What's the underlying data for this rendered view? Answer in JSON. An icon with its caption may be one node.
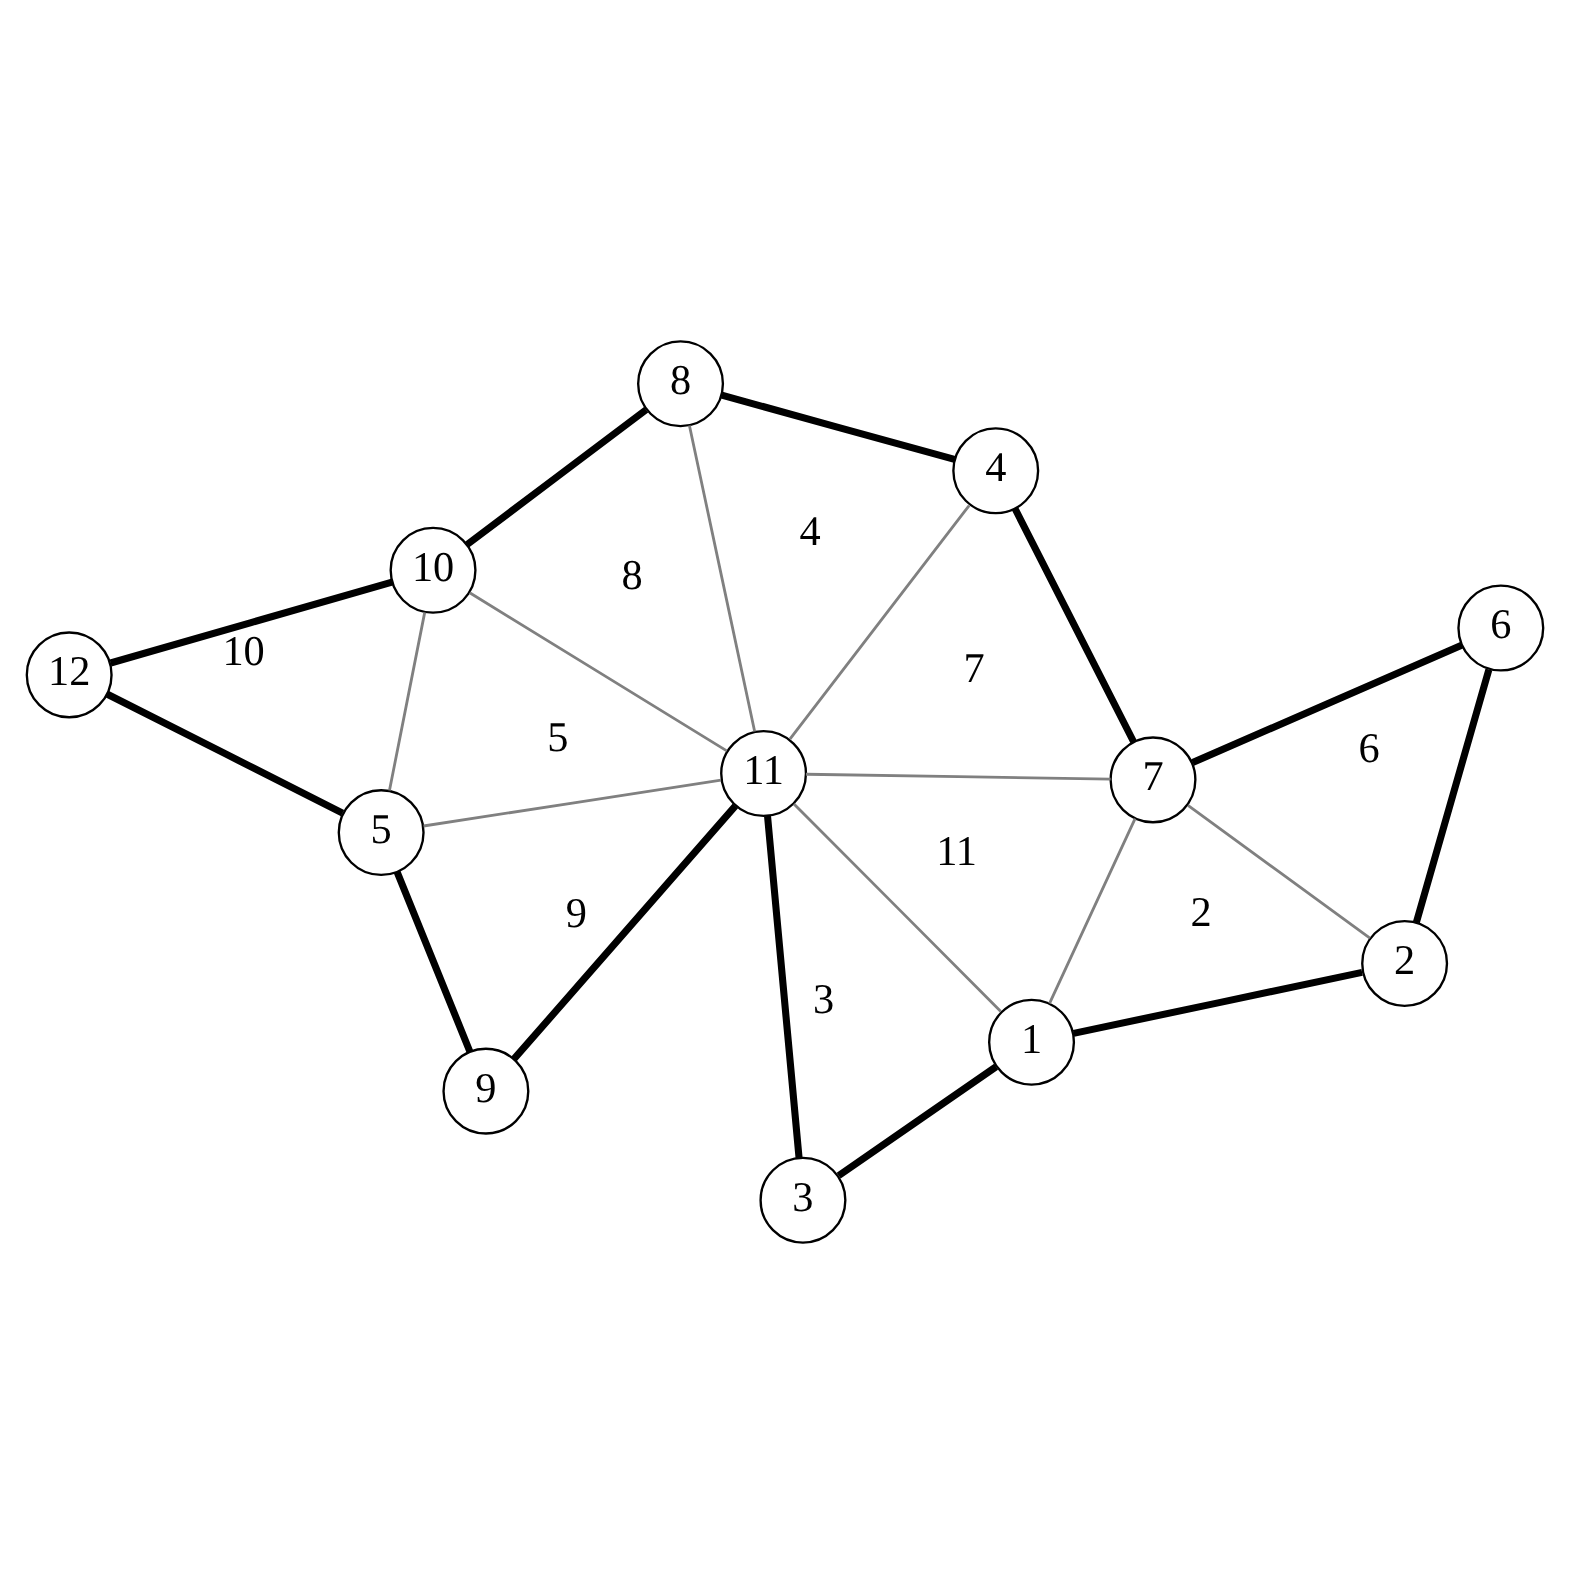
{
  "diagram": {
    "nodes": [
      {
        "text": [
          "1"
        ]
      },
      {
        "text": [
          "2"
        ]
      },
      {
        "text": [
          "3"
        ]
      },
      {
        "text": [
          "4"
        ]
      },
      {
        "text": [
          "5"
        ]
      },
      {
        "text": [
          "6"
        ]
      },
      {
        "text": [
          "7"
        ]
      },
      {
        "text": [
          "8"
        ]
      },
      {
        "text": [
          "9"
        ]
      },
      {
        "text": [
          "10"
        ]
      },
      {
        "text": [
          "11"
        ]
      },
      {
        "text": [
          "12"
        ]
      }
    ],
    "edges": [
      {
        "from": 5,
        "to": 6,
        "arrow": "none"
      },
      {
        "from": 6,
        "to": 3,
        "arrow": "none"
      },
      {
        "from": 3,
        "to": 7,
        "arrow": "none"
      },
      {
        "from": 7,
        "to": 9,
        "arrow": "none"
      },
      {
        "from": 9,
        "to": 11,
        "arrow": "none"
      },
      {
        "from": 11,
        "to": 4,
        "arrow": "none"
      },
      {
        "from": 4,
        "to": 8,
        "arrow": "none"
      },
      {
        "from": 8,
        "to": 10,
        "arrow": "none"
      },
      {
        "from": 10,
        "to": 2,
        "arrow": "none"
      },
      {
        "from": 2,
        "to": 0,
        "arrow": "none"
      },
      {
        "from": 0,
        "to": 1,
        "arrow": "none"
      },
      {
        "from": 1,
        "to": 5,
        "arrow": "none"
      },
      {
        "from": 6,
        "to": 1,
        "arrow": "none",
        "color": "#808080"
      },
      {
        "from": 6,
        "to": 0,
        "arrow": "none",
        "color": "#808080"
      },
      {
        "from": 6,
        "to": 10,
        "arrow": "none",
        "color": "#808080"
      },
      {
        "from": 3,
        "to": 10,
        "arrow": "none",
        "color": "#808080"
      },
      {
        "from": 7,
        "to": 10,
        "arrow": "none",
        "color": "#808080"
      },
      {
        "from": 9,
        "to": 10,
        "arrow": "none",
        "color": "#808080"
      },
      {
        "from": 9,
        "to": 4,
        "arrow": "none",
        "color": "#808080"
      },
      {
        "from": 4,
        "to": 10,
        "arrow": "none",
        "color": "#808080"
      },
      {
        "from": 0,
        "to": 10,
        "arrow": "none",
        "color": "#808080"
      }
    ],
    "labels": [
      "6",
      "2",
      "7",
      "4",
      "11",
      "8",
      "10",
      "3",
      "5",
      "9"
    ]
  }
}
